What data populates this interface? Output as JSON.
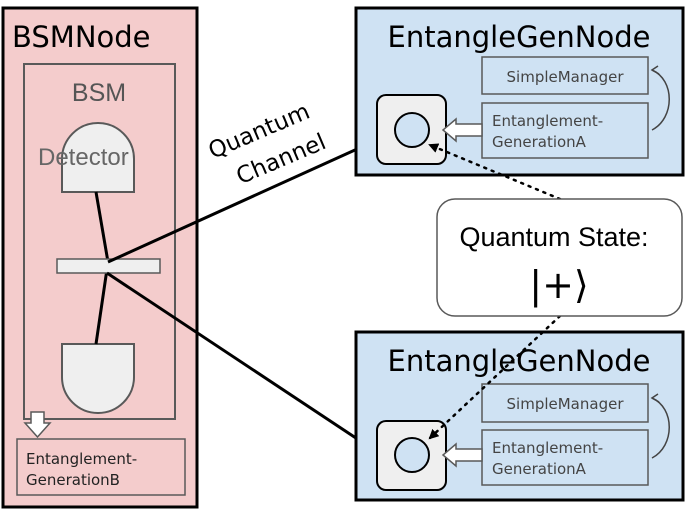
{
  "bsm_node": {
    "title": "BSMNode",
    "bsm_box_label": "BSM",
    "detector_label": "Detector",
    "protocol_label_line1": "Entanglement-",
    "protocol_label_line2": "GenerationB"
  },
  "channel": {
    "label_line1": "Quantum",
    "label_line2": "Channel"
  },
  "top_node": {
    "title": "EntangleGenNode",
    "manager_label": "SimpleManager",
    "protocol_label_line1": "Entanglement-",
    "protocol_label_line2": "GenerationA"
  },
  "bottom_node": {
    "title": "EntangleGenNode",
    "manager_label": "SimpleManager",
    "protocol_label_line1": "Entanglement-",
    "protocol_label_line2": "GenerationA"
  },
  "quantum_state": {
    "label": "Quantum State:",
    "ket": "|+⟩"
  },
  "colors": {
    "bsm_fill": "#f4cccc",
    "node_fill": "#cfe2f3",
    "border": "#000000",
    "inner_border": "#595959",
    "shape_fill": "#efefef"
  }
}
